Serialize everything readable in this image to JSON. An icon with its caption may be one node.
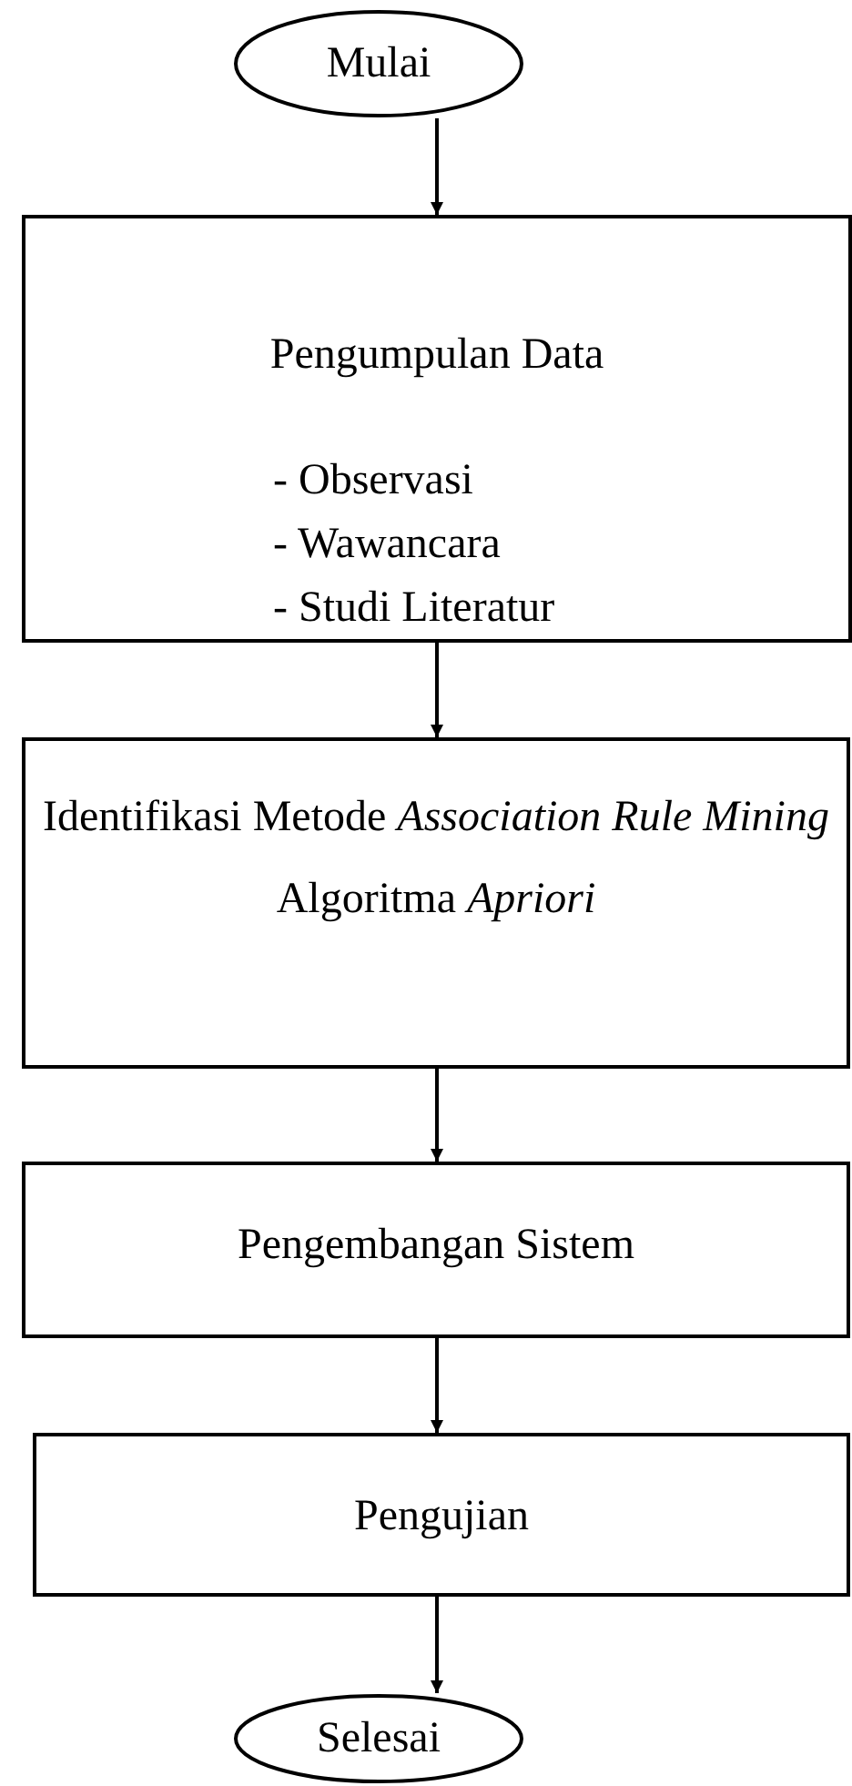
{
  "diagram": {
    "nodes": [
      {
        "text": [
          "Mulai"
        ]
      },
      {
        "text": [
          "Pengumpulan Data",
          "- Observasi",
          "- Wawancara",
          "- Studi Literatur"
        ]
      },
      {
        "text": [
          "Identifikasi Metode *Association Rule Mining* Algoritma *Apriori*"
        ]
      },
      {
        "text": [
          "Pengembangan Sistem"
        ]
      },
      {
        "text": [
          "Pengujian"
        ]
      },
      {
        "text": [
          "Selesai"
        ]
      }
    ],
    "edges": [
      {
        "from": 0,
        "to": 1,
        "arrow": "to"
      },
      {
        "from": 1,
        "to": 2,
        "arrow": "to"
      },
      {
        "from": 2,
        "to": 3,
        "arrow": "to"
      },
      {
        "from": 3,
        "to": 4,
        "arrow": "to"
      },
      {
        "from": 4,
        "to": 5,
        "arrow": "to"
      }
    ]
  }
}
